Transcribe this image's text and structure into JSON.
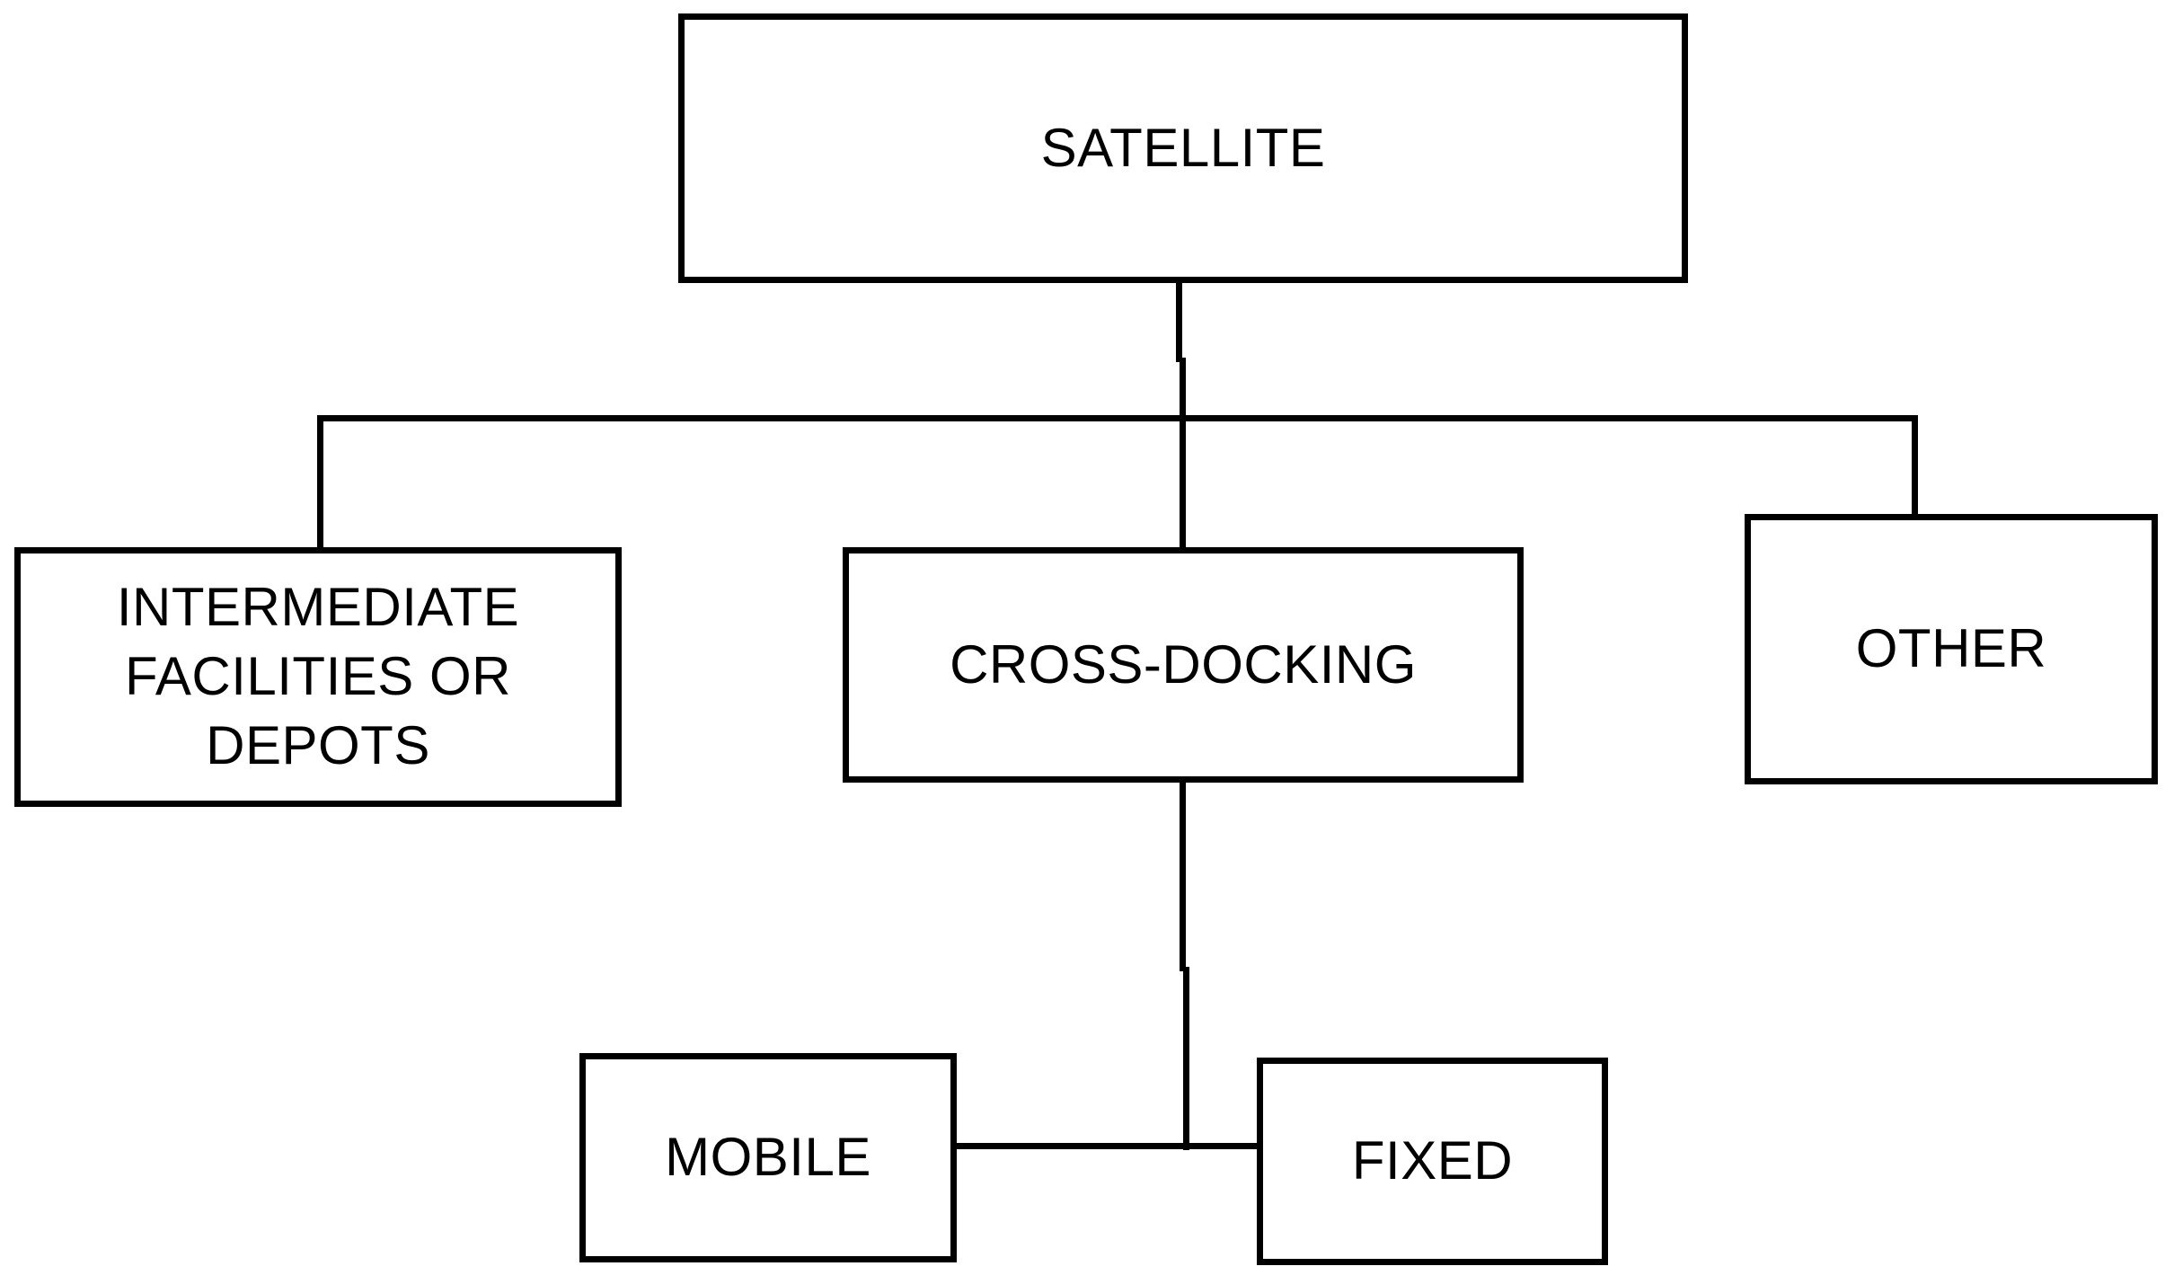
{
  "diagram": {
    "title": "SATELLITE facility typology hierarchy",
    "type": "hierarchy-tree",
    "background_color": "#FFFFFF",
    "line_color": "#000000",
    "text_color": "#000000",
    "nodes": {
      "satellite": {
        "label": "SATELLITE",
        "level": 0
      },
      "intermediate": {
        "label": "INTERMEDIATE\nFACILITIES OR DEPOTS",
        "level": 1
      },
      "crossdocking": {
        "label": "CROSS-DOCKING",
        "level": 1
      },
      "other": {
        "label": "OTHER",
        "level": 1
      },
      "mobile": {
        "label": "MOBILE",
        "level": 2
      },
      "fixed": {
        "label": "FIXED",
        "level": 2
      }
    },
    "edges": [
      {
        "from": "satellite",
        "to": "intermediate"
      },
      {
        "from": "satellite",
        "to": "crossdocking"
      },
      {
        "from": "satellite",
        "to": "other"
      },
      {
        "from": "crossdocking",
        "to": "mobile"
      },
      {
        "from": "crossdocking",
        "to": "fixed"
      }
    ]
  }
}
